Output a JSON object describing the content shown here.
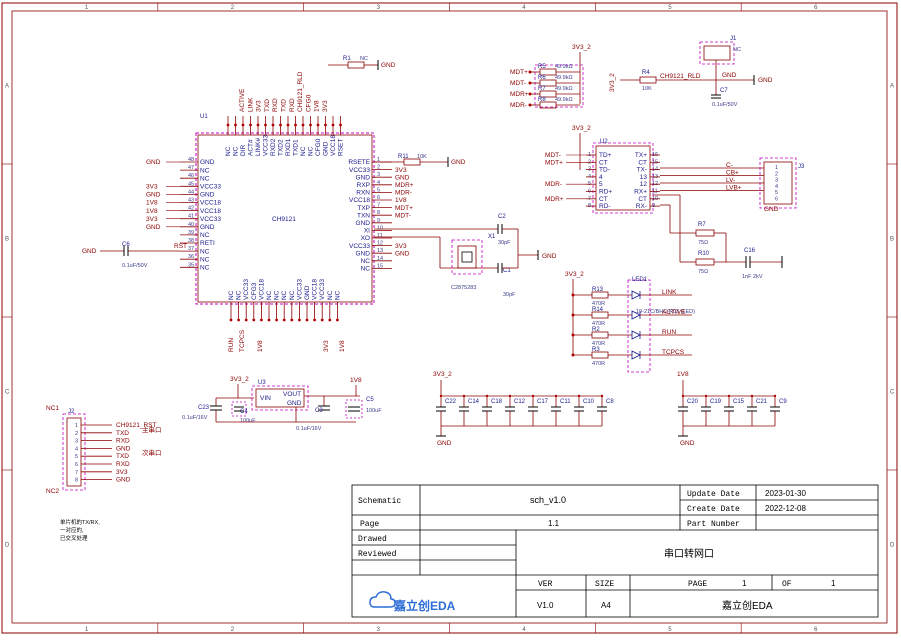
{
  "ruler": {
    "cols": [
      "1",
      "2",
      "3",
      "4",
      "5",
      "6"
    ],
    "rows": [
      "A",
      "B",
      "C",
      "D"
    ]
  },
  "title_block": {
    "schematic_label": "Schematic",
    "schematic_value": "sch_v1.0",
    "update_label": "Update Date",
    "update_value": "2023-01-30",
    "create_label": "Create Date",
    "create_value": "2022-12-08",
    "page_label": "Page",
    "page_value": "1.1",
    "part_label": "Part Number",
    "drawed_label": "Drawed",
    "reviewed_label": "Reviewed",
    "title": "串口转网口",
    "ver_label": "VER",
    "ver_value": "V1.0",
    "size_label": "SIZE",
    "size_value": "A4",
    "pg_label": "PAGE",
    "pg_value": "1",
    "of_label": "OF",
    "of_value": "1",
    "company": "嘉立创EDA",
    "logo": "嘉立创EDA"
  },
  "u1": {
    "ref": "U1",
    "name": "CH9121",
    "left_pins": [
      {
        "n": "48",
        "label": "GND",
        "net": "GND"
      },
      {
        "n": "47",
        "label": "NC",
        "net": ""
      },
      {
        "n": "46",
        "label": "NC",
        "net": ""
      },
      {
        "n": "45",
        "label": "VCC33",
        "net": "3V3"
      },
      {
        "n": "44",
        "label": "GND",
        "net": "GND"
      },
      {
        "n": "43",
        "label": "VCC18",
        "net": "1V8"
      },
      {
        "n": "42",
        "label": "VCC18",
        "net": "1V8"
      },
      {
        "n": "41",
        "label": "VCC33",
        "net": "3V3"
      },
      {
        "n": "40",
        "label": "GND",
        "net": "GND"
      },
      {
        "n": "39",
        "label": "NC",
        "net": ""
      },
      {
        "n": "38",
        "label": "RETI",
        "net": ""
      },
      {
        "n": "37",
        "label": "NC",
        "net": ""
      },
      {
        "n": "36",
        "label": "NC",
        "net": ""
      },
      {
        "n": "35",
        "label": "NC",
        "net": ""
      }
    ],
    "right_pins": [
      {
        "n": "1",
        "label": "RSETE",
        "net": ""
      },
      {
        "n": "2",
        "label": "VCC33",
        "net": "3V3"
      },
      {
        "n": "3",
        "label": "GND",
        "net": "GND"
      },
      {
        "n": "4",
        "label": "RXP",
        "net": "MDR+"
      },
      {
        "n": "5",
        "label": "RXN",
        "net": "MDR-"
      },
      {
        "n": "6",
        "label": "VCC18",
        "net": "1V8"
      },
      {
        "n": "7",
        "label": "TXP",
        "net": "MDT+"
      },
      {
        "n": "8",
        "label": "TXN",
        "net": "MDT-"
      },
      {
        "n": "9",
        "label": "GND",
        "net": ""
      },
      {
        "n": "10",
        "label": "XI",
        "net": ""
      },
      {
        "n": "11",
        "label": "XO",
        "net": ""
      },
      {
        "n": "12",
        "label": "VCC33",
        "net": "3V3"
      },
      {
        "n": "13",
        "label": "GND",
        "net": "GND"
      },
      {
        "n": "14",
        "label": "NC",
        "net": ""
      },
      {
        "n": "15",
        "label": "NC",
        "net": ""
      }
    ],
    "top_pins": [
      "NC",
      "NC",
      "DIR",
      "ACT#",
      "LINK#",
      "VCC33",
      "RXD2",
      "TXD2",
      "RXD1",
      "TXD1",
      "NC",
      "NC",
      "CFG0",
      "GND",
      "VCC18",
      "RSET"
    ],
    "top_nets": [
      "ACTIVE",
      "LINK",
      "3V3",
      "TXD",
      "RXD",
      "TXD",
      "RXD",
      "CH9121_RLD",
      "CFG0",
      "1V8",
      "3V3"
    ],
    "bottom_pins": [
      "NC",
      "NC",
      "VCC33",
      "CFG3",
      "VCC18",
      "NC",
      "NC",
      "NC",
      "NC",
      "VCC33",
      "GND",
      "VCC18",
      "VCC33",
      "NC",
      "NC"
    ],
    "bottom_nets": [
      "RUN",
      "TCPCS",
      "1V8",
      "3V3",
      "1V8"
    ]
  },
  "r1": {
    "ref": "R1",
    "val": "NC",
    "net": "GND"
  },
  "r11": {
    "ref": "R11",
    "val": "10K",
    "net": "GND"
  },
  "c6": {
    "ref": "C6",
    "val": "0.1uF/50V",
    "net": "GND"
  },
  "rst_net": "RST",
  "mdr_bank": {
    "rail": "3V3_2",
    "resistors": [
      {
        "ref": "R5",
        "val": "49.9kΩ"
      },
      {
        "ref": "R6",
        "val": "49.9kΩ"
      },
      {
        "ref": "R7",
        "val": "49.9kΩ"
      },
      {
        "ref": "R8",
        "val": "49.9kΩ"
      }
    ],
    "nets": [
      "MDT+",
      "MDT-",
      "MDR+",
      "MDR-"
    ]
  },
  "j1": {
    "ref": "J1",
    "val": "NC",
    "rail": "3V3_2",
    "r_ref": "R4",
    "r_val": "10K",
    "net": "CH9121_RLD",
    "gnd": "GND",
    "cap": "C7",
    "cap_val": "0.1uF/50V"
  },
  "u2": {
    "ref": "U2",
    "rail": "3V3_2",
    "left": [
      "TD+",
      "CT",
      "TD-",
      "4",
      "5",
      "RD+",
      "CT",
      "RD-"
    ],
    "right": [
      "TX+",
      "CT",
      "TX-",
      "13",
      "12",
      "RX+",
      "CT",
      "RX-"
    ],
    "right_n": [
      "16",
      "15",
      "14",
      "13",
      "12",
      "11",
      "10",
      "9"
    ],
    "left_n": [
      "1",
      "2",
      "3",
      "4",
      "5",
      "6",
      "7",
      "8"
    ],
    "left_nets": [
      "MDT-",
      "MDT+",
      "",
      "",
      "MDR-",
      "",
      "MDR+",
      ""
    ],
    "right_nets": [
      "C-",
      "CB+",
      "LV-",
      "LVB+"
    ]
  },
  "j3": {
    "ref": "J3",
    "pins": [
      "1",
      "2",
      "3",
      "4",
      "5",
      "6"
    ],
    "gnd": "GND"
  },
  "r7b": {
    "ref": "R7",
    "val": "75Ω"
  },
  "r10": {
    "ref": "R10",
    "val": "75Ω"
  },
  "c16": {
    "ref": "C16",
    "val": "1nF 2kV"
  },
  "x1": {
    "ref": "X1",
    "part": "C2875283",
    "c2": "C2",
    "c2_val": "30pF",
    "c1": "C1",
    "c1_val": "30pF",
    "net": "GND"
  },
  "leds": {
    "rail": "3V3_2",
    "ref": "LED1",
    "part": "19-21C/BHC-R03 (LED)",
    "rows": [
      {
        "r": "R13",
        "val": "470R",
        "net": "LINK"
      },
      {
        "r": "R14",
        "val": "470R",
        "net": "ACTIVE"
      },
      {
        "r": "R2",
        "val": "470R",
        "net": "RUN"
      },
      {
        "r": "R3",
        "val": "470R",
        "net": "TCPCS"
      }
    ]
  },
  "u3": {
    "ref": "U3",
    "vin": "VIN",
    "vout": "VOUT",
    "gnd": "GND",
    "rail_in": "3V3_2",
    "rail_out": "1V8",
    "c23": "C23",
    "c23_val": "0.1uF/16V",
    "c4": "C4",
    "c4_val": "100uF",
    "c3": "C3",
    "c3_val": "0.1uF/16V",
    "c5": "C5",
    "c5_val": "100uF",
    "gnd_net": "GND"
  },
  "decoupling": {
    "rail_a": "3V3_2",
    "caps_a": [
      "C22",
      "C14",
      "C18",
      "C12",
      "C17",
      "C11",
      "C10",
      "C8"
    ],
    "rail_b": "1V8",
    "caps_b": [
      "C20",
      "C19",
      "C15",
      "C21",
      "C9"
    ],
    "gnd": "GND"
  },
  "j2": {
    "ref": "J2",
    "nc1": "NC1",
    "nc2": "NC2",
    "pins": [
      "CH9121_RST",
      "TXD",
      "RXD",
      "GND",
      "TXD",
      "RXD",
      "3V3",
      "GND"
    ],
    "note_main": "主串口",
    "note_sub": "次串口"
  },
  "footnote": "单片机的TX/RX,\n一对应的,\n已交叉处理"
}
